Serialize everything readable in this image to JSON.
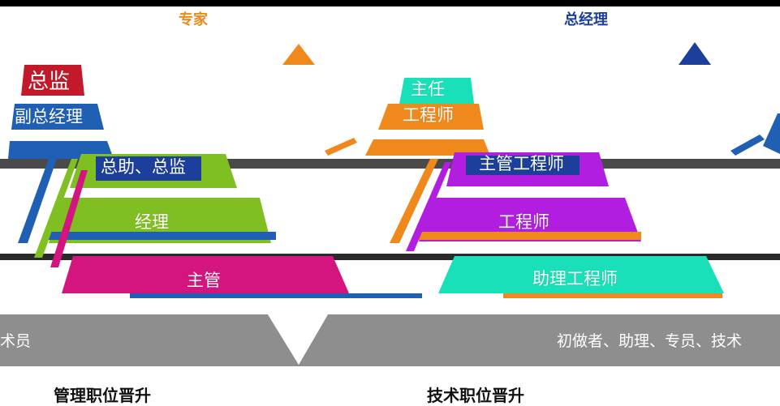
{
  "top_labels": {
    "expert": "专家",
    "general_manager": "总经理"
  },
  "management_track": {
    "partial_top": "总监",
    "levels": [
      "副总经理",
      "总助、总监",
      "经理",
      "主管"
    ],
    "caption": "管理职位晋升"
  },
  "technical_track": {
    "levels": [
      "主任",
      "工程师",
      "主管工程师",
      "工程师",
      "助理工程师"
    ],
    "caption": "技术职位晋升"
  },
  "base_band": {
    "left_text": "术员",
    "right_text": "初做者、助理、专员、技术"
  },
  "colors": {
    "blue": "#1f5fb4",
    "navy": "#1b3f9a",
    "orange": "#f0891b",
    "green": "#7fbf22",
    "magenta": "#d4157f",
    "purple": "#b21ee0",
    "mint": "#19e0b8",
    "gray": "#8e8e8e"
  }
}
